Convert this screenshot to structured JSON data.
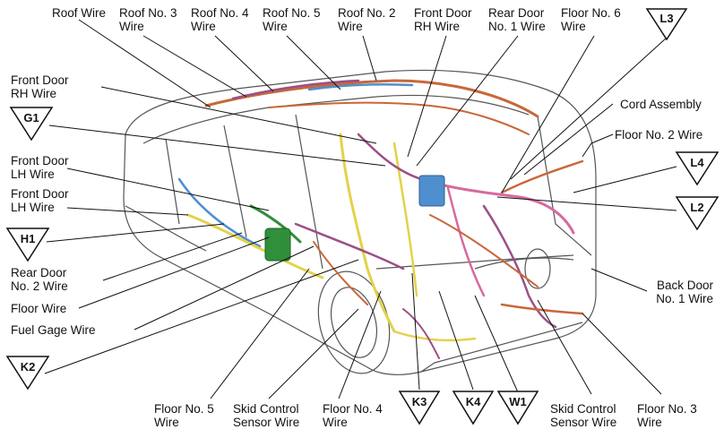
{
  "labels": {
    "roof_wire": "Roof Wire",
    "roof3_l1": "Roof No. 3",
    "roof3_l2": "Wire",
    "roof4_l1": "Roof No. 4",
    "roof4_l2": "Wire",
    "roof5_l1": "Roof No. 5",
    "roof5_l2": "Wire",
    "roof2_l1": "Roof No. 2",
    "roof2_l2": "Wire",
    "fdrh_top_l1": "Front Door",
    "fdrh_top_l2": "RH Wire",
    "rd1_l1": "Rear Door",
    "rd1_l2": "No. 1 Wire",
    "fl6_l1": "Floor No. 6",
    "fl6_l2": "Wire",
    "fdrh_left_l1": "Front Door",
    "fdrh_left_l2": "RH Wire",
    "fdlh1_l1": "Front Door",
    "fdlh1_l2": "LH Wire",
    "fdlh2_l1": "Front Door",
    "fdlh2_l2": "LH Wire",
    "rd2_l1": "Rear Door",
    "rd2_l2": "No. 2 Wire",
    "floor_wire": "Floor Wire",
    "fuel_gage_wire": "Fuel Gage Wire",
    "cord_assembly": "Cord Assembly",
    "fl2_wire": "Floor No. 2 Wire",
    "bd1_l1": "Back Door",
    "bd1_l2": "No. 1 Wire",
    "fl5_l1": "Floor No. 5",
    "fl5_l2": "Wire",
    "skid1_l1": "Skid Control",
    "skid1_l2": "Sensor Wire",
    "fl4_l1": "Floor No. 4",
    "fl4_l2": "Wire",
    "skid2_l1": "Skid Control",
    "skid2_l2": "Sensor Wire",
    "fl3_l1": "Floor No. 3",
    "fl3_l2": "Wire"
  },
  "ground_points": {
    "L3": "L3",
    "G1": "G1",
    "L4": "L4",
    "L2": "L2",
    "H1": "H1",
    "K2": "K2",
    "K3": "K3",
    "K4": "K4",
    "W1": "W1"
  },
  "colors": {
    "ink": "#111111",
    "body_line": "#555555",
    "wire_orange": "#c8673a",
    "wire_purple": "#9b4f86",
    "wire_yellow": "#e3d24a",
    "wire_green": "#2f8f3a",
    "wire_blue": "#4f8fcf",
    "wire_pink": "#d66aa0"
  }
}
